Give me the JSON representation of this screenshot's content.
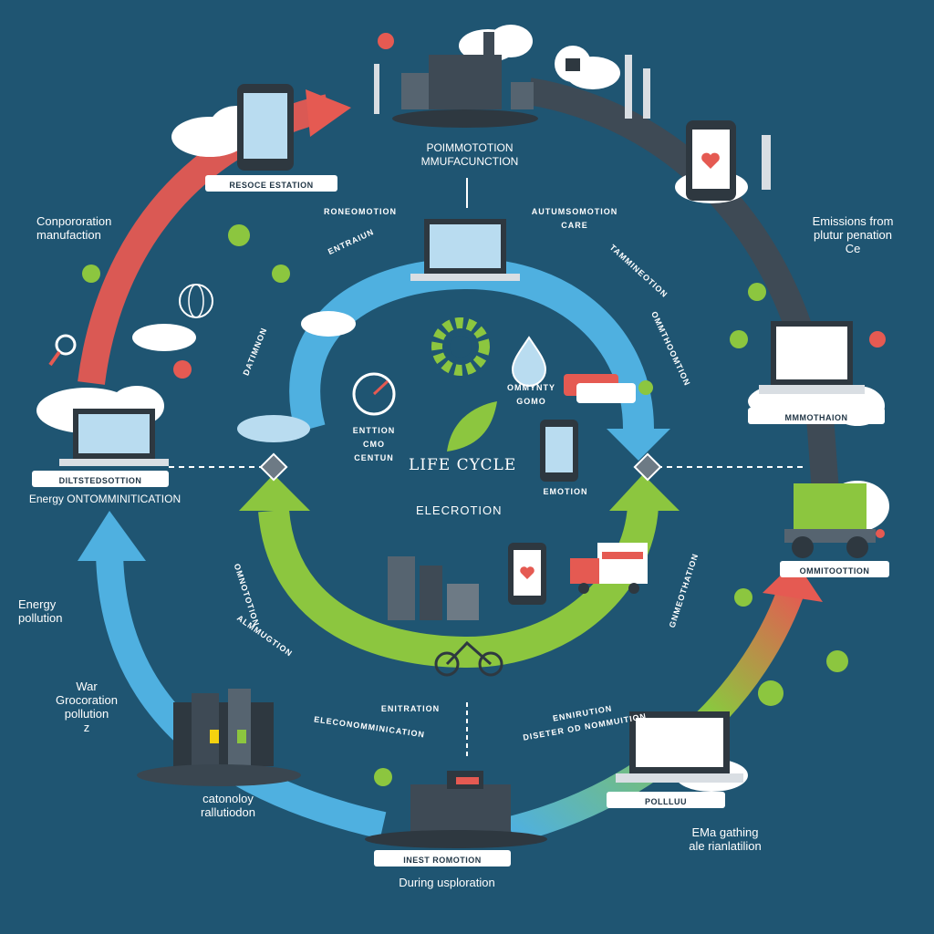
{
  "center": {
    "title": "LIFE CYCLE",
    "subtitle": "ELECROTION"
  },
  "stations": {
    "top_factory": "POIMMOTOTION\nMMUFACUNCTION",
    "top_left_phone": "RESOCE ESTATION",
    "left_laptop": "DILTSTEDSOTTION",
    "left_laptop_caption": "Energy ONTOMMINITICATION",
    "right_laptop": "MMMOTHAION",
    "right_truck": "OMMITOOTTION",
    "bottom_factory": "INEST ROMOTION",
    "bottom_right_laptop": "POLLLUU",
    "inner_left_icon": "ENTTION\nCMO\nCENTUN",
    "inner_drop": "OMMYNTY\nGOMO",
    "inner_phone": "EMOTION",
    "inner_laptop_top": "RONEOMOTION",
    "inner_laptop_right": "AUTUMSOMOTION\nCARE"
  },
  "outer_labels": {
    "top_left": "Conpororation\nmanufaction",
    "top_right": "Emissions from\nplutur penation\nCe",
    "left_mid": "Energy\npollution",
    "left_lower": "War\nGrocoration\npollution\nz",
    "bottom_left": "catonoloy\nrallutiodon",
    "bottom_center": "During usploration",
    "bottom_right": "EMa gathing\nale rianlatilion"
  },
  "arc_labels": {
    "a1": "DATIMNON",
    "a2": "OMMTHOOMTION",
    "a3": "ENTRAIUN",
    "a4": "TAMMINEOTION",
    "a5": "OMNOTOTION",
    "a6": "GNMEOTHATION",
    "b1": "ELECONOMMINICATION",
    "b2": "ENITRATION",
    "b3": "ENNIRUTION\nDISETER OD NOMMUITION",
    "b4": "ALMMUGTION"
  },
  "colors": {
    "background": "#1f5572",
    "red": "#e55a52",
    "blue": "#4fb0e0",
    "green": "#8cc63f",
    "grey": "#3e4a55"
  }
}
